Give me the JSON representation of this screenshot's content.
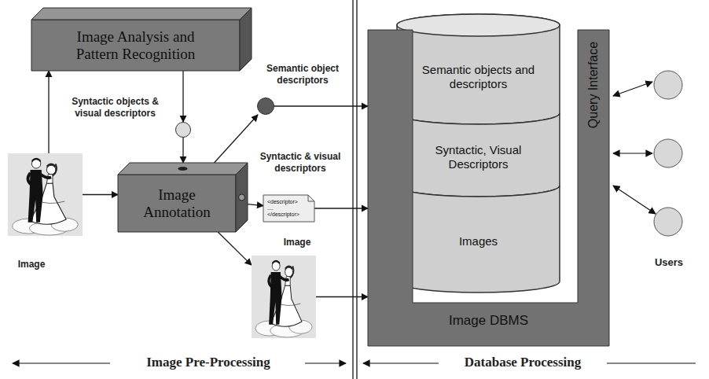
{
  "diagram": {
    "nodes": [
      {
        "text": [
          "Image Analysis and Pattern Recognition"
        ]
      },
      {
        "text": [
          "Syntactic objects & visual descriptors"
        ]
      },
      {
        "text": [
          "Semantic object descriptors"
        ]
      },
      {
        "text": [
          "Image"
        ]
      },
      {
        "text": [
          "Image Annotation"
        ]
      },
      {
        "text": [
          "Syntactic & visual descriptors",
          "<descriptor>",
          "....",
          "</descriptor>"
        ]
      },
      {
        "text": [
          "Image"
        ]
      },
      {
        "text": [
          "Image DBMS"
        ]
      },
      {
        "text": [
          "Semantic objects and descriptors"
        ],
        "in": 7
      },
      {
        "text": [
          "Syntactic, Visual Descriptors"
        ],
        "in": 7
      },
      {
        "text": [
          "Images"
        ],
        "in": 7
      },
      {
        "text": [
          "Query Interface"
        ],
        "in": 7
      }
    ],
    "edges": [
      {
        "from": 3,
        "to": 0,
        "arrow": "to"
      },
      {
        "from": 0,
        "to": 1,
        "arrow": "to"
      },
      {
        "from": 1,
        "to": 4,
        "arrow": "to"
      },
      {
        "from": 3,
        "to": 4,
        "arrow": "to"
      },
      {
        "from": 4,
        "to": 2,
        "arrow": "to"
      },
      {
        "from": 4,
        "to": 5,
        "arrow": "to"
      },
      {
        "from": 4,
        "to": 6,
        "arrow": "to"
      },
      {
        "from": 2,
        "to": 7,
        "arrow": "to"
      },
      {
        "from": 5,
        "to": 7,
        "arrow": "to"
      },
      {
        "from": 6,
        "to": 7,
        "arrow": "to"
      }
    ],
    "labels": [
      "Users",
      "Image Pre-Processing",
      "Database Processing"
    ]
  }
}
